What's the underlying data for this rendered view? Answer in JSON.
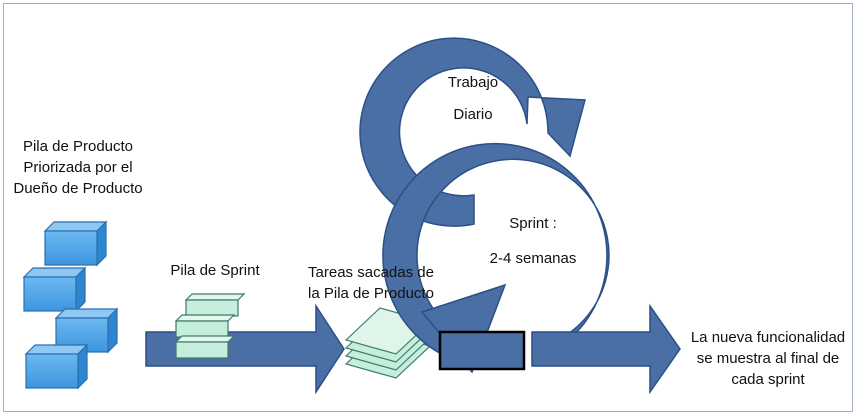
{
  "labels": {
    "backlog_line1": "Pila de Producto",
    "backlog_line2": "Priorizada por el",
    "backlog_line3": "Dueño de Producto",
    "sprint_backlog": "Pila de Sprint",
    "tasks_line1": "Tareas sacadas de",
    "tasks_line2": "la Pila de Producto",
    "daily_line1": "Trabajo",
    "daily_line2": "Diario",
    "sprint_line1": "Sprint :",
    "sprint_line2": "2-4 semanas",
    "result_line1": "La nueva funcionalidad",
    "result_line2": "se muestra al final de",
    "result_line3": "cada sprint"
  },
  "colors": {
    "arrow_fill": "#4a6fa5",
    "arrow_stroke": "#2c4f86",
    "cube_front": "#4da3e8",
    "cube_top": "#8fc8f2",
    "cube_side": "#2f86d0",
    "green_card": "#c5eedd",
    "green_card_stroke": "#3d7a6a",
    "frame_border": "#9fb0c8"
  }
}
